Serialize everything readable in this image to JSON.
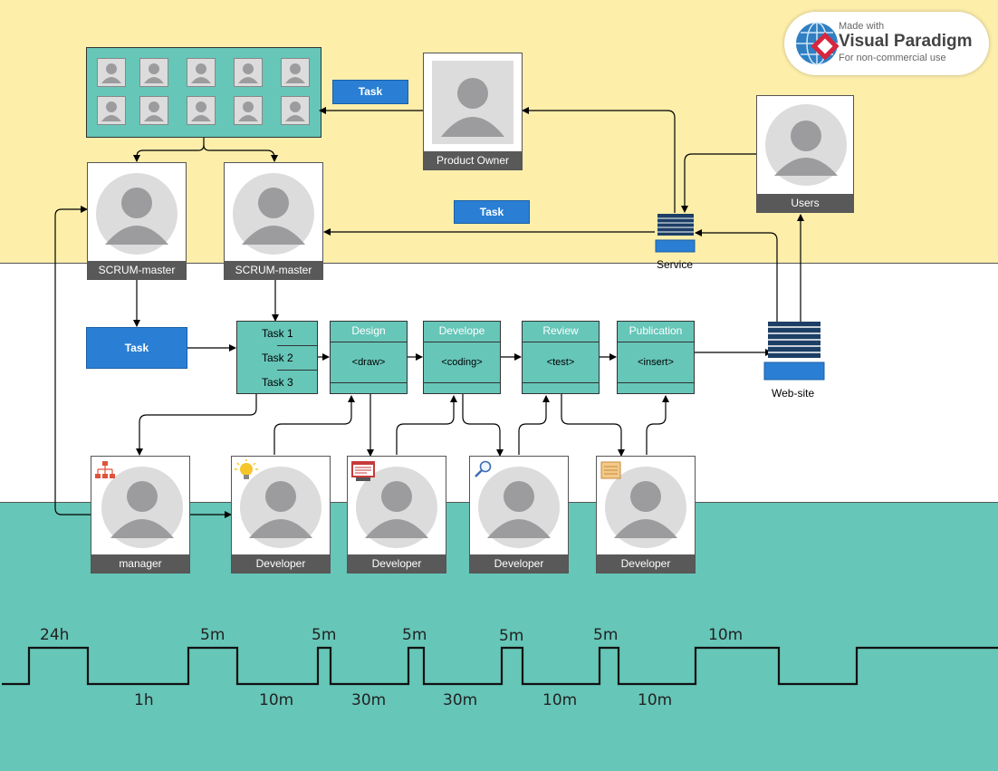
{
  "watermark": {
    "line1": "Made with",
    "line2": "Visual Paradigm",
    "line3": "For non-commercial use"
  },
  "roles": {
    "product_owner": "Product Owner",
    "users": "Users",
    "scrum_master_1": "SCRUM-master",
    "scrum_master_2": "SCRUM-master",
    "manager": "manager",
    "developer_1": "Developer",
    "developer_2": "Developer",
    "developer_3": "Developer",
    "developer_4": "Developer"
  },
  "tasks": {
    "task_top": "Task",
    "task_mid": "Task",
    "task_left": "Task"
  },
  "task_list": [
    "Task 1",
    "Task 2",
    "Task 3"
  ],
  "stages": [
    {
      "title": "Design",
      "body": "<draw>"
    },
    {
      "title": "Develope",
      "body": "<coding>"
    },
    {
      "title": "Review",
      "body": "<test>"
    },
    {
      "title": "Publication",
      "body": "<insert>"
    }
  ],
  "nodes": {
    "service": "Service",
    "website": "Web-site"
  },
  "timeline": {
    "high": [
      "24h",
      "5m",
      "5m",
      "5m",
      "5m",
      "5m",
      "10m"
    ],
    "low": [
      "1h",
      "10m",
      "30m",
      "30m",
      "10m",
      "10m"
    ]
  },
  "colors": {
    "top_band": "#fdeeaa",
    "mid_band": "#ffffff",
    "bottom_band": "#66c6b8",
    "task_blue": "#2a7fd4",
    "caption": "#595959"
  }
}
